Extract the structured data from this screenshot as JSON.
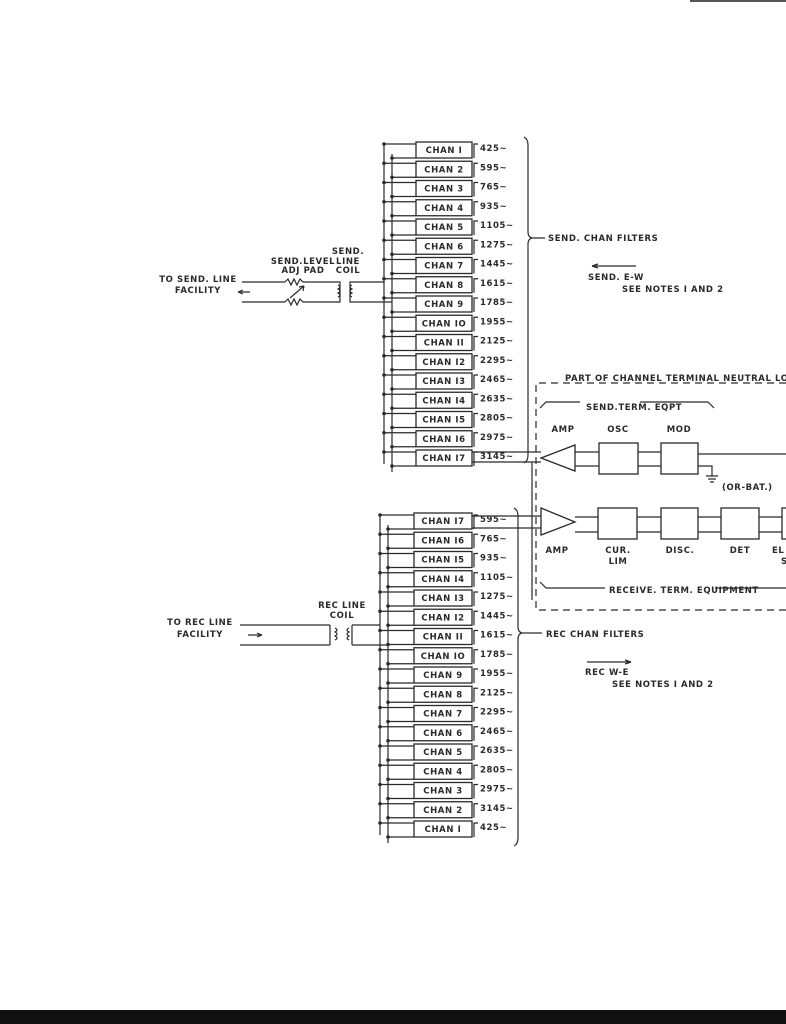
{
  "send": {
    "facility": [
      "TO SEND. LINE",
      "FACILITY"
    ],
    "pad_label": [
      "SEND.LEVEL",
      "ADJ PAD"
    ],
    "coil_label": [
      "SEND.",
      "LINE",
      "COIL"
    ],
    "filters_label": "SEND. CHAN FILTERS",
    "direction": "SEND. E-W",
    "notes": "SEE NOTES I AND 2",
    "channels": [
      {
        "label": "CHAN I",
        "freq": "425~"
      },
      {
        "label": "CHAN 2",
        "freq": "595~"
      },
      {
        "label": "CHAN 3",
        "freq": "765~"
      },
      {
        "label": "CHAN 4",
        "freq": "935~"
      },
      {
        "label": "CHAN 5",
        "freq": "1105~"
      },
      {
        "label": "CHAN 6",
        "freq": "1275~"
      },
      {
        "label": "CHAN 7",
        "freq": "1445~"
      },
      {
        "label": "CHAN 8",
        "freq": "1615~"
      },
      {
        "label": "CHAN 9",
        "freq": "1785~"
      },
      {
        "label": "CHAN IO",
        "freq": "1955~"
      },
      {
        "label": "CHAN II",
        "freq": "2125~"
      },
      {
        "label": "CHAN I2",
        "freq": "2295~"
      },
      {
        "label": "CHAN I3",
        "freq": "2465~"
      },
      {
        "label": "CHAN I4",
        "freq": "2635~"
      },
      {
        "label": "CHAN I5",
        "freq": "2805~"
      },
      {
        "label": "CHAN I6",
        "freq": "2975~"
      },
      {
        "label": "CHAN I7",
        "freq": "3145~"
      }
    ]
  },
  "receive": {
    "facility": [
      "TO REC LINE",
      "FACILITY"
    ],
    "coil_label": [
      "REC LINE",
      "COIL"
    ],
    "filters_label": "REC CHAN FILTERS",
    "direction": "REC W-E",
    "notes": "SEE NOTES I AND 2",
    "channels": [
      {
        "label": "CHAN I7",
        "freq": "595~"
      },
      {
        "label": "CHAN I6",
        "freq": "765~"
      },
      {
        "label": "CHAN I5",
        "freq": "935~"
      },
      {
        "label": "CHAN I4",
        "freq": "1105~"
      },
      {
        "label": "CHAN I3",
        "freq": "1275~"
      },
      {
        "label": "CHAN I2",
        "freq": "1445~"
      },
      {
        "label": "CHAN II",
        "freq": "1615~"
      },
      {
        "label": "CHAN IO",
        "freq": "1785~"
      },
      {
        "label": "CHAN 9",
        "freq": "1955~"
      },
      {
        "label": "CHAN 8",
        "freq": "2125~"
      },
      {
        "label": "CHAN 7",
        "freq": "2295~"
      },
      {
        "label": "CHAN 6",
        "freq": "2465~"
      },
      {
        "label": "CHAN 5",
        "freq": "2635~"
      },
      {
        "label": "CHAN 4",
        "freq": "2805~"
      },
      {
        "label": "CHAN 3",
        "freq": "2975~"
      },
      {
        "label": "CHAN 2",
        "freq": "3145~"
      },
      {
        "label": "CHAN I",
        "freq": "425~"
      }
    ]
  },
  "terminal": {
    "loop_label": "PART OF CHANNEL TERMINAL NEUTRAL LOOP",
    "send_eqpt_label": "SEND.TERM. EQPT",
    "send_amp": "AMP",
    "osc": "OSC",
    "mod": "MOD",
    "ground_note": "(OR-BAT.)",
    "rec_amp": "AMP",
    "cur_lim": [
      "CUR.",
      "LIM"
    ],
    "disc": "DISC.",
    "det": "DET",
    "el": [
      "EL",
      "S"
    ],
    "rec_eqpt_label": "RECEIVE. TERM. EQUIPMENT"
  }
}
